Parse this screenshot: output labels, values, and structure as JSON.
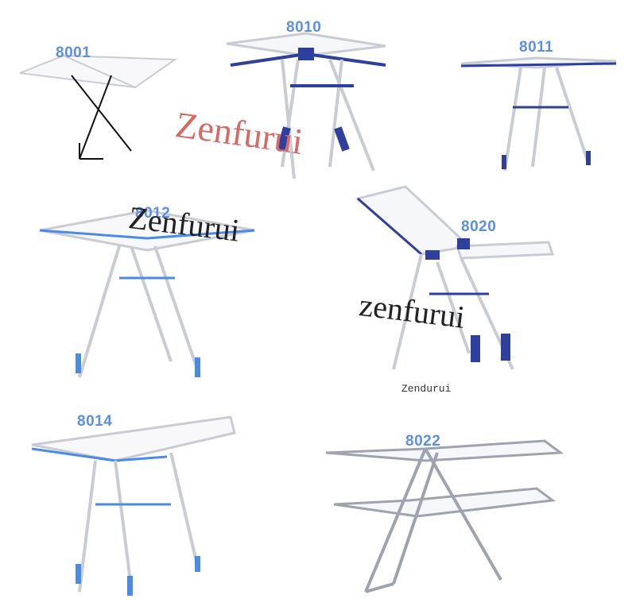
{
  "colors": {
    "frame": "#c9ccd3",
    "frame_dark": "#9ea3ad",
    "navy": "#2f3f9e",
    "blue": "#4a8be6",
    "black": "#111111",
    "label": "#5b8fe6"
  },
  "models": [
    {
      "label": "8001",
      "accent": "black"
    },
    {
      "label": "8010",
      "accent": "navy"
    },
    {
      "label": "8011",
      "accent": "navy"
    },
    {
      "label": "8012",
      "accent": "blue"
    },
    {
      "label": "8020",
      "accent": "navy"
    },
    {
      "label": "8014",
      "accent": "blue"
    },
    {
      "label": "8022",
      "accent": "none"
    }
  ],
  "watermarks": {
    "brand_red": "Zenfurui",
    "brand_mid": "Zenfurui",
    "brand_lower": "zenfurui",
    "brand_small": "Zendurui"
  }
}
